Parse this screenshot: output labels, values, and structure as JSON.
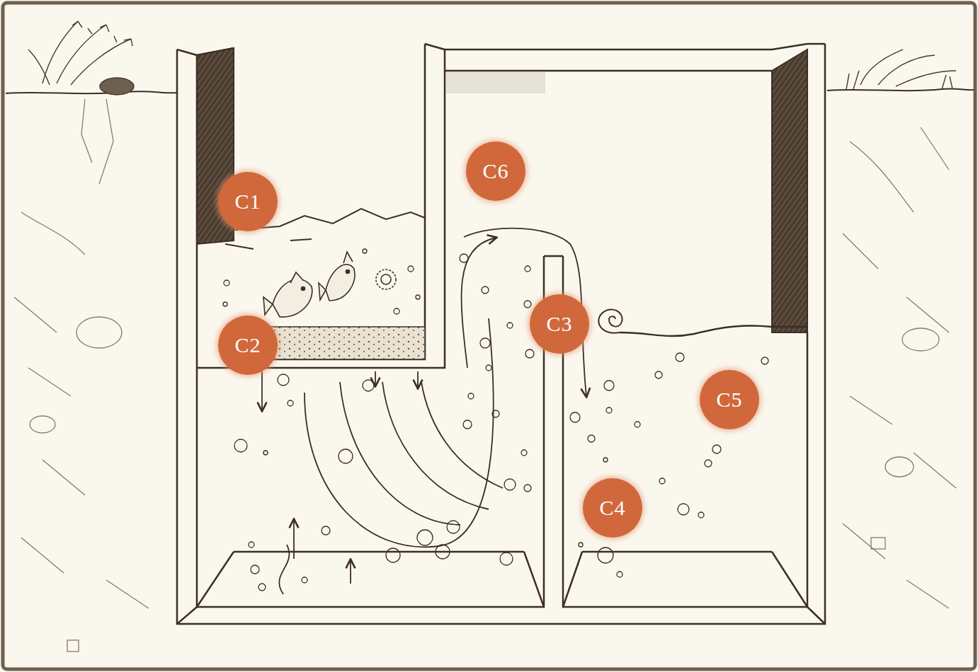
{
  "diagram": {
    "nodes": [
      {
        "text": [
          "C6"
        ]
      },
      {
        "text": [
          "C1"
        ]
      },
      {
        "text": [
          "C3"
        ]
      },
      {
        "text": [
          "C2"
        ]
      },
      {
        "text": [
          "C5"
        ]
      },
      {
        "text": [
          "C4"
        ]
      }
    ]
  }
}
